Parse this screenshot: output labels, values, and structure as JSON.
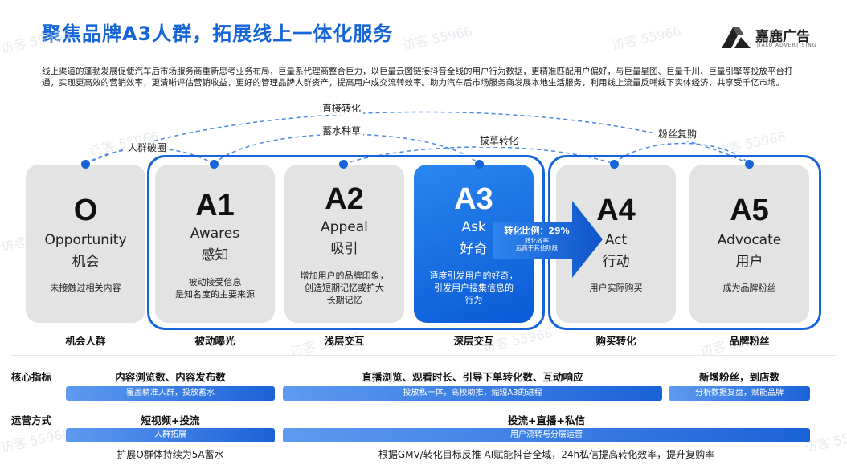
{
  "title": "聚焦品牌A3人群，拓展线上一体化服务",
  "logo": {
    "name": "嘉鹿广告",
    "sub": "JIALU ADVERTISING"
  },
  "intro": "线上渠道的蓬勃发展促使汽车后市场服务商重新思考业务布局，巨量系代理商整合巨力，以巨量云图链接抖音全线的用户行为数据，更精准匹配用户偏好，与巨量星图、巨量千川、巨量引擎等投放平台打通，实现更高效的营销效率，更清晰评估营销收益，更好的管理品牌人群资产，提高用户成交流转效率。助力汽车后市场服务商发展本地生活服务，利用线上流量反哺线下实体经济，共享受千亿市场。",
  "watermark": "访客 55966",
  "arcs": {
    "direct": "直接转化",
    "breakout": "人群破圈",
    "seed": "蓄水种草",
    "pull": "拔草转化",
    "fans": "粉丝复购"
  },
  "cards": [
    {
      "letter": "O",
      "en": "Opportunity",
      "cn": "机会",
      "desc": "未接触过相关内容",
      "stage": "机会人群"
    },
    {
      "letter": "A1",
      "en": "Awares",
      "cn": "感知",
      "desc": "被动接受信息\n是知名度的主要来源",
      "stage": "被动曝光"
    },
    {
      "letter": "A2",
      "en": "Appeal",
      "cn": "吸引",
      "desc": "增加用户的品牌印象，\n创造短期记忆或扩大\n长期记忆",
      "stage": "浅层交互"
    },
    {
      "letter": "A3",
      "en": "Ask",
      "cn": "好奇",
      "desc": "适度引发用户的好奇，\n引发用户搜集信息的\n行为",
      "stage": "深层交互"
    },
    {
      "letter": "A4",
      "en": "Act",
      "cn": "行动",
      "desc": "用户实际购买",
      "stage": "购买转化"
    },
    {
      "letter": "A5",
      "en": "Advocate",
      "cn": "用户",
      "desc": "成为品牌粉丝",
      "stage": "品牌粉丝"
    }
  ],
  "conversion": {
    "main": "转化比例：29%",
    "sub1": "转化效率",
    "sub2": "远高于其他阶段"
  },
  "rows": {
    "core_label": "核心指标",
    "ops_label": "运营方式",
    "core": [
      {
        "metric": "内容浏览数、内容发布数",
        "bar": "覆盖精准人群，投放蓄水"
      },
      {
        "metric": "直播浏览、观看时长、引导下单转化数、互动响应",
        "bar": "投放私一体，高校助推，缩短A3的进程"
      },
      {
        "metric": "新增粉丝，到店数",
        "bar": "分析数据复盘，赋能品牌"
      }
    ],
    "ops": [
      {
        "metric": "短视频+投流",
        "bar": "人群拓展",
        "note": "扩展O群体持续为5A蓄水"
      },
      {
        "metric": "投流+直播+私信",
        "bar": "用户流转与分层运营",
        "note": "根据GMV/转化目标反推   AI赋能抖音全域，24h私信提高转化效率，提升复购率"
      }
    ]
  },
  "colors": {
    "accent": "#1665d8",
    "card": "#e3e3e3"
  }
}
